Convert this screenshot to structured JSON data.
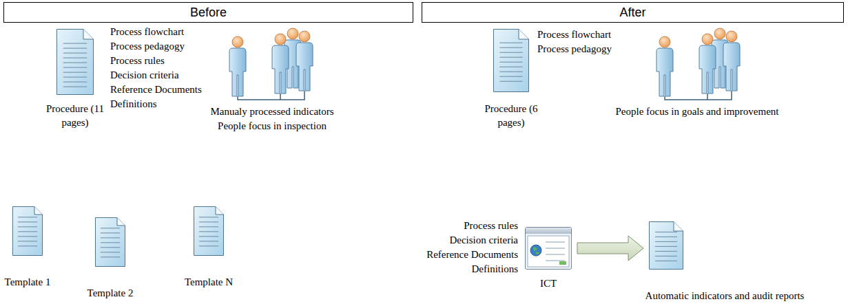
{
  "diagram": {
    "nodes": [
      {
        "text": [
          "Before"
        ]
      },
      {
        "text": [
          "Procedure (11 pages)"
        ]
      },
      {
        "text": [
          "Template 1"
        ]
      },
      {
        "text": [
          "Template 2"
        ]
      },
      {
        "text": [
          "Template N"
        ]
      },
      {
        "text": [
          "After"
        ]
      },
      {
        "text": [
          "Procedure (6 pages)"
        ]
      },
      {
        "text": [
          "ICT"
        ]
      },
      {
        "text": [
          "Automatic indicators and audit reports"
        ]
      }
    ],
    "edges": [
      {
        "from": 7,
        "to": 8,
        "arrow": "to"
      }
    ],
    "labels": [
      "Process flowchart",
      "Process pedagogy",
      "Process rules",
      "Decision criteria",
      "Reference Documents",
      "Definitions",
      "Manualy processed indicators",
      "People focus in inspection",
      "Process flowchart",
      "Process pedagogy",
      "People focus in goals and improvement",
      "Process rules",
      "Decision criteria",
      "Reference Documents",
      "Definitions"
    ]
  }
}
